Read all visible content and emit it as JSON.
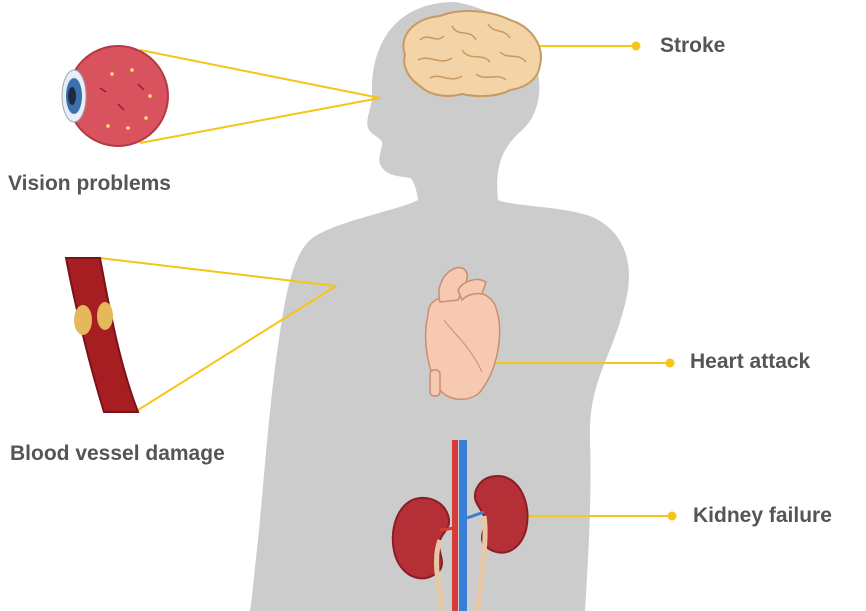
{
  "labels": {
    "stroke": "Stroke",
    "vision": "Vision problems",
    "vessel": "Blood vessel damage",
    "heart": "Heart attack",
    "kidney": "Kidney failure"
  },
  "colors": {
    "body": "#cccccc",
    "leader_line": "#f5c518",
    "label_text": "#555555",
    "brain": "#f2d4a6",
    "eye": "#d9535e",
    "iris": "#3b6fb0",
    "vessel": "#a61e22",
    "plaque": "#e5b85c",
    "heart": "#f7c9b0",
    "kidney": "#b52f36",
    "artery": "#d63a3a",
    "vein": "#3a7fd6"
  }
}
